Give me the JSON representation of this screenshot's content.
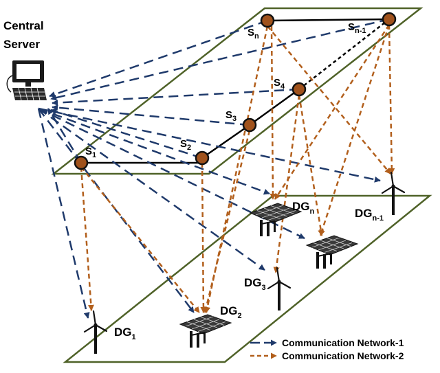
{
  "server": {
    "line1": "Central",
    "line2": "Server"
  },
  "nodes": {
    "s1": {
      "main": "S",
      "sub": "1"
    },
    "s2": {
      "main": "S",
      "sub": "2"
    },
    "s3": {
      "main": "S",
      "sub": "3"
    },
    "s4": {
      "main": "S",
      "sub": "4"
    },
    "sn": {
      "main": "S",
      "sub": "n"
    },
    "sn1": {
      "main": "S",
      "sub": "n-1"
    }
  },
  "dgs": {
    "dg1": {
      "main": "DG",
      "sub": "1"
    },
    "dg2": {
      "main": "DG",
      "sub": "2"
    },
    "dg3": {
      "main": "DG",
      "sub": "3"
    },
    "dgn": {
      "main": "DG",
      "sub": "n"
    },
    "dgn1": {
      "main": "DG",
      "sub": "n-1"
    }
  },
  "legend": {
    "network1": "Communication Network-1",
    "network2": "Communication Network-2"
  },
  "colors": {
    "network1": "#1f3a6b",
    "network2": "#b25f1c",
    "plane": "#4f6228",
    "node_fill": "#a0521c"
  }
}
